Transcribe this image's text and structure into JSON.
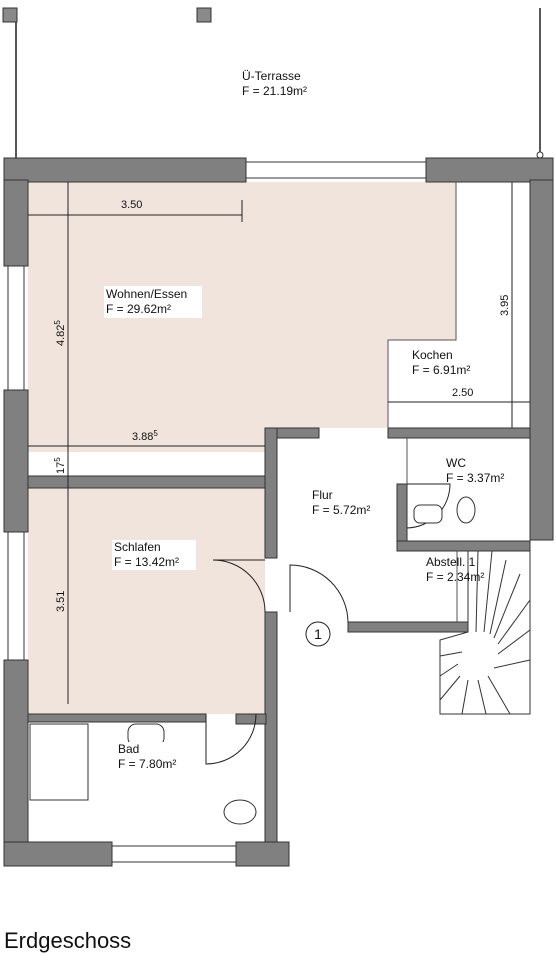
{
  "colors": {
    "wall": "#7f7f7f",
    "living_fill": "#f1e4dd",
    "line": "#1a1a1a",
    "background": "#ffffff"
  },
  "rooms": [
    {
      "id": "terrace",
      "name": "Ü-Terrasse",
      "area": "F = 21.19m²"
    },
    {
      "id": "living",
      "name": "Wohnen/Essen",
      "area": "F = 29.62m²"
    },
    {
      "id": "kitchen",
      "name": "Kochen",
      "area": "F = 6.91m²"
    },
    {
      "id": "wc",
      "name": "WC",
      "area": "F = 3.37m²"
    },
    {
      "id": "hall",
      "name": "Flur",
      "area": "F = 5.72m²"
    },
    {
      "id": "storage",
      "name": "Abstell. 1",
      "area": "F = 2.34m²"
    },
    {
      "id": "bedroom",
      "name": "Schlafen",
      "area": "F = 13.42m²"
    },
    {
      "id": "bath",
      "name": "Bad",
      "area": "F = 7.80m²"
    }
  ],
  "dimensions": {
    "d350": "3.50",
    "d482": "4.82",
    "d482_sup": "5",
    "d388": "3.88",
    "d388_sup": "5",
    "d17": "17",
    "d17_sup": "5",
    "d351": "3.51",
    "d395": "3.95",
    "d250": "2.50"
  },
  "entrance_marker": "1",
  "floor_label": "Erdgeschoss"
}
